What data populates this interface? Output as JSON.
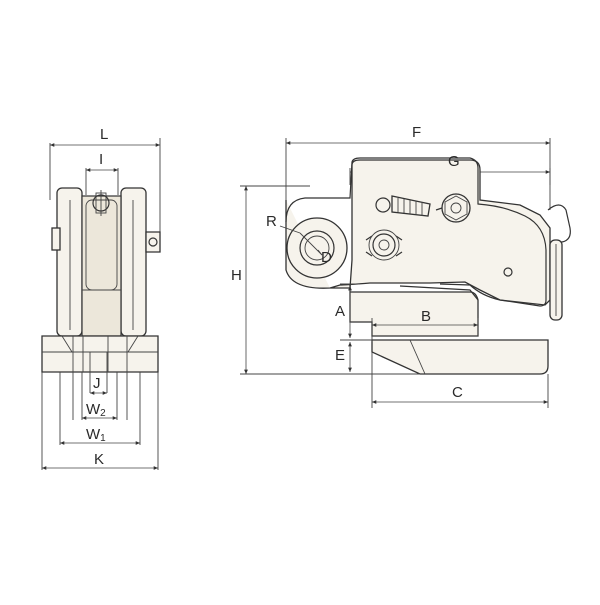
{
  "diagram": {
    "side_view_labels": {
      "L": "L",
      "I": "I",
      "J": "J",
      "W2": "W",
      "W2_sub": "2",
      "W1": "W",
      "W1_sub": "1",
      "K": "K"
    },
    "front_view_labels": {
      "F": "F",
      "G": "G",
      "R": "R",
      "D": "D",
      "H": "H",
      "A": "A",
      "B": "B",
      "E": "E",
      "C": "C"
    }
  }
}
